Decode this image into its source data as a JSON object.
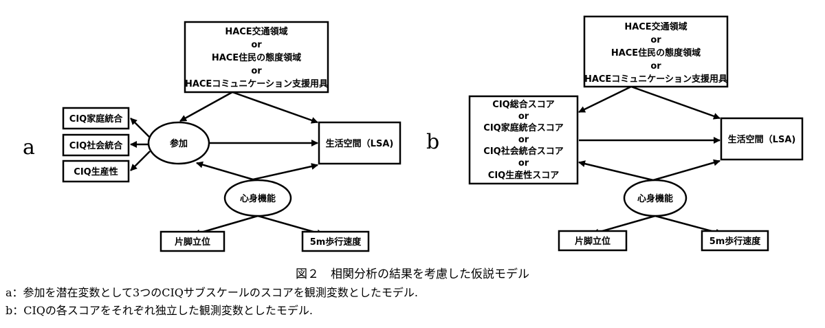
{
  "panels": {
    "a": "a",
    "b": "b"
  },
  "diagram_a": {
    "hace_box": [
      "HACE交通領域",
      "or",
      "HACE住民の態度領域",
      "or",
      "HACEコミュニケーション支援用具"
    ],
    "participation": "参加",
    "ciq_family": "CIQ家庭統合",
    "ciq_social": "CIQ社会統合",
    "ciq_productivity": "CIQ生産性",
    "life_space": "生活空間（LSA)",
    "physical_function": "心身機能",
    "one_leg_stance": "片脚立位",
    "walking_speed": "5m歩行速度"
  },
  "diagram_b": {
    "hace_box": [
      "HACE交通領域",
      "or",
      "HACE住民の態度領域",
      "or",
      "HACEコミュニケーション支援用具"
    ],
    "ciq_box": [
      "CIQ総合スコア",
      "or",
      "CIQ家庭統合スコア",
      "or",
      "CIQ社会統合スコア",
      "or",
      "CIQ生産性スコア"
    ],
    "life_space": "生活空間（LSA)",
    "physical_function": "心身機能",
    "one_leg_stance": "片脚立位",
    "walking_speed": "5m歩行速度"
  },
  "caption": {
    "title": "図２　相関分析の結果を考慮した仮説モデル",
    "line_a": "a：参加を潜在変数として3つのCIQサブスケールのスコアを観測変数としたモデル.",
    "line_b": "b：CIQの各スコアをそれぞれ独立した観測変数としたモデル."
  }
}
